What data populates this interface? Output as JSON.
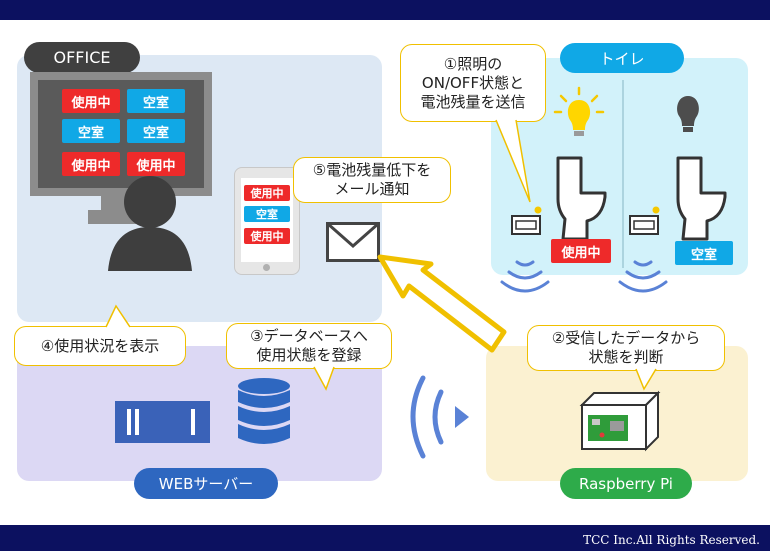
{
  "footer": {
    "copyright": "TCC Inc.All Rights Reserved."
  },
  "office": {
    "label": "OFFICE",
    "monitor_tags": [
      "使用中",
      "空室",
      "空室",
      "空室",
      "使用中",
      "使用中"
    ],
    "phone_tags": [
      "使用中",
      "空室",
      "使用中"
    ]
  },
  "toilet": {
    "label": "トイレ",
    "stall_left_status": "使用中",
    "stall_right_status": "空室"
  },
  "server": {
    "label": "WEBサーバー"
  },
  "pi": {
    "label": "Raspberry Pi"
  },
  "callouts": {
    "c1_line1": "①照明の",
    "c1_line2": "ON/OFF状態と",
    "c1_line3": "電池残量を送信",
    "c2_line1": "②受信したデータから",
    "c2_line2": "状態を判断",
    "c3_line1": "③データベースへ",
    "c3_line2": "使用状態を登録",
    "c4": "④使用状況を表示",
    "c5_line1": "⑤電池残量低下を",
    "c5_line2": "メール通知"
  },
  "colors": {
    "navy": "#0c1160",
    "red": "#ee2a2a",
    "cyan": "#10a8e6",
    "callout_border": "#f0c000",
    "office_bg": "#dde8f4",
    "server_bg": "#dcd8f4",
    "pi_bg": "#fbf1d1",
    "toilet_bg": "#d2f2fa"
  }
}
